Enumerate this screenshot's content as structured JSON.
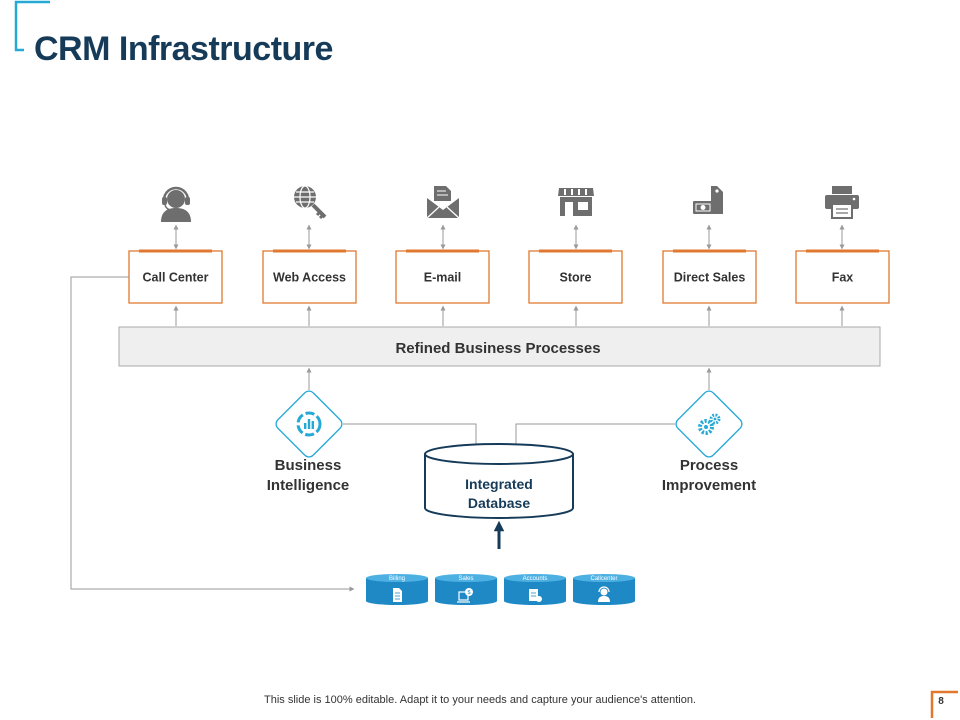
{
  "title": "CRM Infrastructure",
  "channels": [
    {
      "label": "Call Center",
      "icon": "headset-agent-icon"
    },
    {
      "label": "Web Access",
      "icon": "globe-key-icon"
    },
    {
      "label": "E-mail",
      "icon": "envelope-icon"
    },
    {
      "label": "Store",
      "icon": "storefront-icon"
    },
    {
      "label": "Direct Sales",
      "icon": "cash-tag-icon"
    },
    {
      "label": "Fax",
      "icon": "printer-icon"
    }
  ],
  "processes_band": "Refined Business Processes",
  "business_intelligence": [
    "Business",
    "Intelligence"
  ],
  "process_improvement": [
    "Process",
    "Improvement"
  ],
  "database": [
    "Integrated",
    "Database"
  ],
  "sources": [
    {
      "label": "Billing",
      "icon": "document-icon"
    },
    {
      "label": "Sales",
      "icon": "dollar-screen-icon"
    },
    {
      "label": "Accounts",
      "icon": "ledger-icon"
    },
    {
      "label": "Callcenter",
      "icon": "operator-icon"
    }
  ],
  "footer": "This slide is 100% editable. Adapt it to your needs and capture your audience's attention.",
  "page_number": "8",
  "colors": {
    "title": "#163b59",
    "accent": "#e0782f",
    "teal": "#27a9d6",
    "db_blue": "#1f89c6",
    "icon_gray": "#6e6e6e"
  }
}
